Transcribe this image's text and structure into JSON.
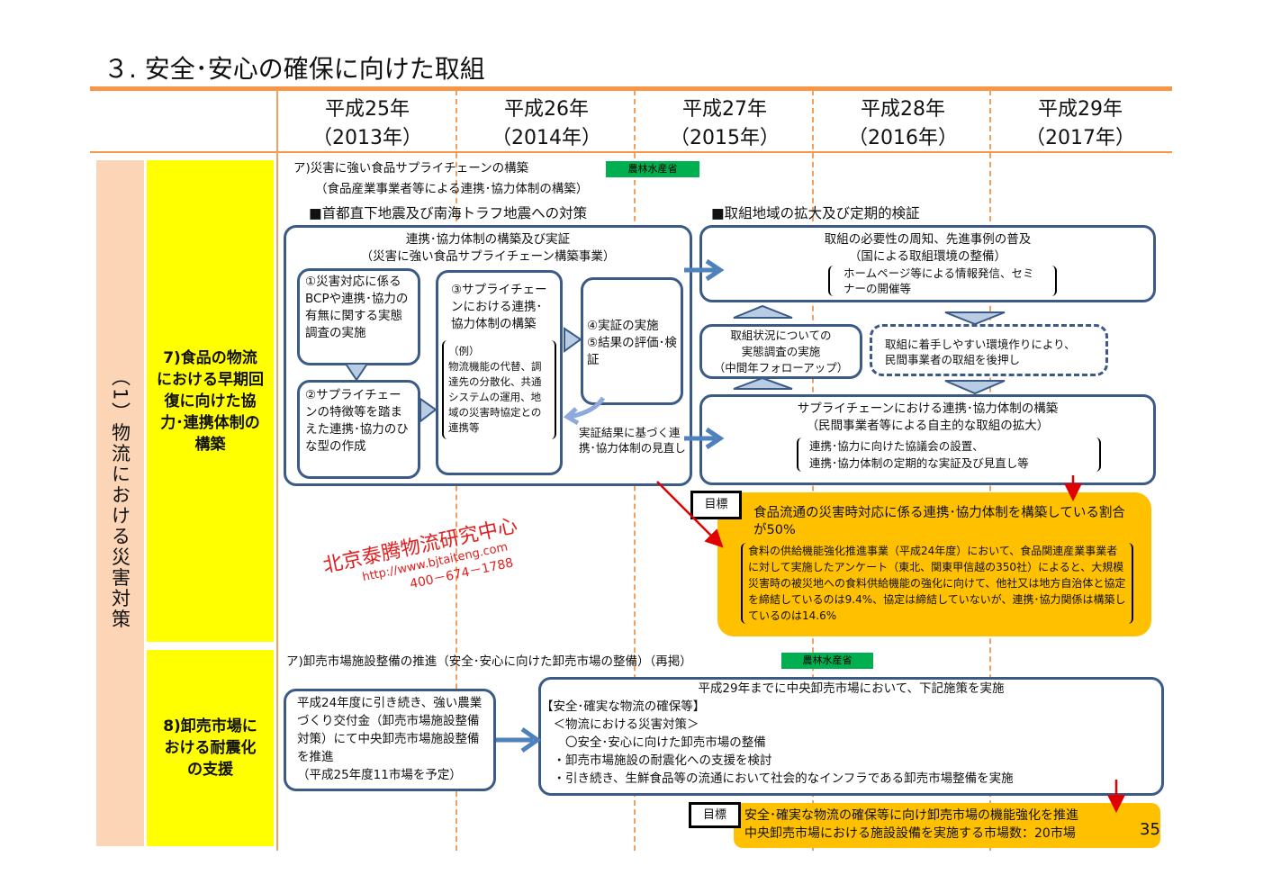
{
  "title": "３. 安全･安心の確保に向けた取組",
  "years": [
    {
      "y": "平成25年",
      "g": "（2013年）"
    },
    {
      "y": "平成26年",
      "g": "（2014年）"
    },
    {
      "y": "平成27年",
      "g": "（2015年）"
    },
    {
      "y": "平成28年",
      "g": "（2016年）"
    },
    {
      "y": "平成29年",
      "g": "（2017年）"
    }
  ],
  "category": "（1）物流における災害対策",
  "row7": {
    "label": "7)食品の物流における早期回復に向けた協力･連携体制の構築",
    "heading": "ア)災害に強い食品サプライチェーンの構築",
    "heading2": "（食品産業事業者等による連携･協力体制の構築）",
    "ministry": "農林水産省",
    "sec_left": "■首都直下地震及び南海トラフ地震への対策",
    "sec_right": "■取組地域の拡大及び定期的検証",
    "main_title": "連携･協力体制の構築及び実証",
    "main_sub": "（災害に強い食品サプライチェーン構築事業）",
    "step1": "①災害対応に係るBCPや連携･協力の有無に関する実態調査の実施",
    "step2": "②サプライチェーンの特徴等を踏まえた連携･協力のひな型の作成",
    "step3": "③サプライチェーンにおける連携･協力体制の構築",
    "step3_example": "（例）\n物流機能の代替、調達先の分散化、共通システムの運用、地域の災害時協定との連携等",
    "step45": "④実証の実施\n⑤結果の評価･検証",
    "review": "実証結果に基づく連携･協力体制の見直し",
    "r_top_title": "取組の必要性の周知、先進事例の普及",
    "r_top_sub": "（国による取組環境の整備）",
    "r_top_detail": "ホームページ等による情報発信、セミナーの開催等",
    "r_mid_left": "取組状況についての\n実態調査の実施\n（中間年フォローアップ）",
    "r_mid_right": "取組に着手しやすい環境作りにより、\n民間事業者の取組を後押し",
    "r_bot_title": "サプライチェーンにおける連携･協力体制の構築",
    "r_bot_sub": "（民間事業者等による自主的な取組の拡大）",
    "r_bot_detail": "連携･協力に向けた協議会の設置、\n連携･協力体制の定期的な実証及び見直し等",
    "goal_label": "目標",
    "goal_title": "食品流通の災害時対応に係る連携･協力体制を構築している割合が50%",
    "goal_detail": "食料の供給機能強化推進事業（平成24年度）において、食品関連産業事業者に対して実施したアンケート（東北、関東甲信越の350社）によると、大規模災害時の被災地への食料供給機能の強化に向けて、他社又は地方自治体と協定を締結しているのは9.4%、協定は締結していないが、連携･協力関係は構築しているのは14.6%"
  },
  "row8": {
    "label": "8)卸売市場における耐震化の支援",
    "heading": "ア)卸売市場施設整備の推進（安全･安心に向けた卸売市場の整備）（再掲）",
    "ministry": "農林水産省",
    "left_box": "平成24年度に引き続き、強い農業づくり交付金（卸売市場施設整備対策）にて中央卸売市場施設整備を推進\n（平成25年度11市場を予定）",
    "right_title": "平成29年までに中央卸売市場において、下記施策を実施",
    "right_lines": [
      "【安全･確実な物流の確保等】",
      "　＜物流における災害対策＞",
      "　　〇安全･安心に向けた卸売市場の整備",
      "　・卸売市場施設の耐震化への支援を検討",
      "　・引き続き、生鮮食品等の流通において社会的なインフラである卸売市場整備を実施"
    ],
    "goal_label": "目標",
    "goal1": "安全･確実な物流の確保等に向け卸売市場の機能強化を推進",
    "goal2": "中央卸売市場における施設設備を実施する市場数：20市場"
  },
  "watermark": {
    "name": "北京泰腾物流研究中心",
    "url": "http://www.bjtaiteng.com",
    "phone": "400－674－1788"
  },
  "page_number": "35",
  "colors": {
    "accent": "#f79646",
    "border": "#3b5a86",
    "arrow": "#4f81bd",
    "goal": "#ffc000",
    "yellow": "#ffff00",
    "peach": "#fbd5b5"
  }
}
